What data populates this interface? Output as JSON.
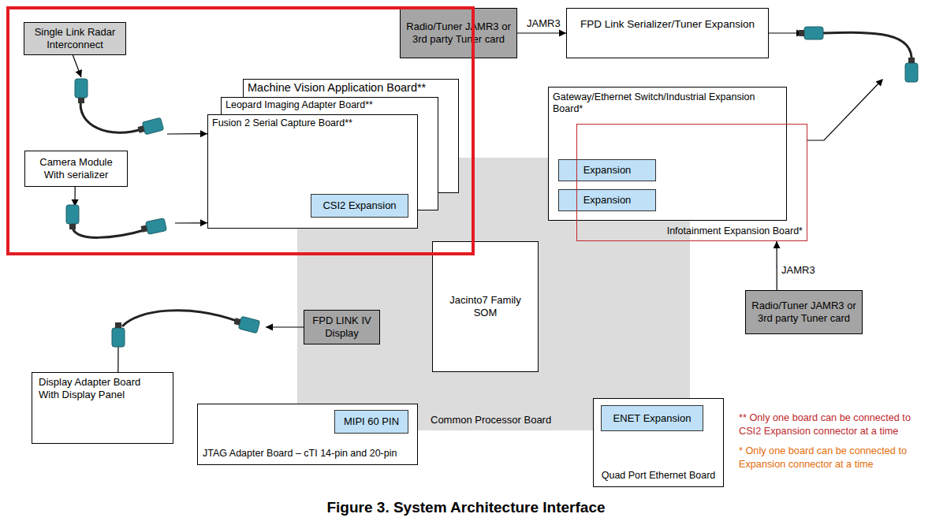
{
  "diagram": {
    "caption": "Figure 3. System Architecture Interface",
    "nodes": [
      {
        "text": [
          "Single Link Radar Interconnect"
        ]
      },
      {
        "text": [
          "Camera Module With serializer"
        ]
      },
      {
        "text": [
          "Machine Vision Application Board**"
        ]
      },
      {
        "text": [
          "Leopard Imaging Adapter Board**"
        ]
      },
      {
        "text": [
          "Fusion 2 Serial Capture Board**"
        ]
      },
      {
        "text": [
          "CSI2 Expansion"
        ],
        "in": 4
      },
      {
        "text": [
          "Radio/Tuner JAMR3 or 3rd party Tuner card"
        ]
      },
      {
        "text": [
          "FPD Link Serializer/Tuner Expansion"
        ]
      },
      {
        "text": [
          "Common Processor Board"
        ]
      },
      {
        "text": [
          "Jacinto7 Family SOM"
        ],
        "in": 8
      },
      {
        "text": [
          "Gateway/Ethernet Switch/Industrial Expansion Board*"
        ]
      },
      {
        "text": [
          "Expansion"
        ],
        "in": 10
      },
      {
        "text": [
          "Expansion"
        ],
        "in": 10
      },
      {
        "text": [
          "Infotainment Expansion Board*"
        ]
      },
      {
        "text": [
          "Radio/Tuner JAMR3 or 3rd party Tuner card"
        ]
      },
      {
        "text": [
          "FPD LINK IV Display"
        ]
      },
      {
        "text": [
          "Display Adapter Board With Display Panel"
        ]
      },
      {
        "text": [
          "JTAG Adapter Board – cTI 14-pin and 20-pin"
        ]
      },
      {
        "text": [
          "MIPI 60 PIN"
        ],
        "in": 17
      },
      {
        "text": [
          "Quad Port Ethernet Board"
        ]
      },
      {
        "text": [
          "ENET Expansion"
        ],
        "in": 19
      }
    ],
    "edges": [
      {
        "from": 0,
        "to": 4,
        "arrow": "to"
      },
      {
        "from": 1,
        "to": 4,
        "arrow": "to"
      },
      {
        "from": 6,
        "to": 7,
        "label": "JAMR3",
        "arrow": "to"
      },
      {
        "from": 14,
        "to": 13,
        "label": "JAMR3",
        "arrow": "to"
      },
      {
        "from": 15,
        "to": 16,
        "arrow": "to"
      }
    ],
    "labels": [
      "** Only one board can be connected to CSI2 Expansion connector at a time",
      "* Only one board can be connected to Expansion connector at a time"
    ]
  }
}
